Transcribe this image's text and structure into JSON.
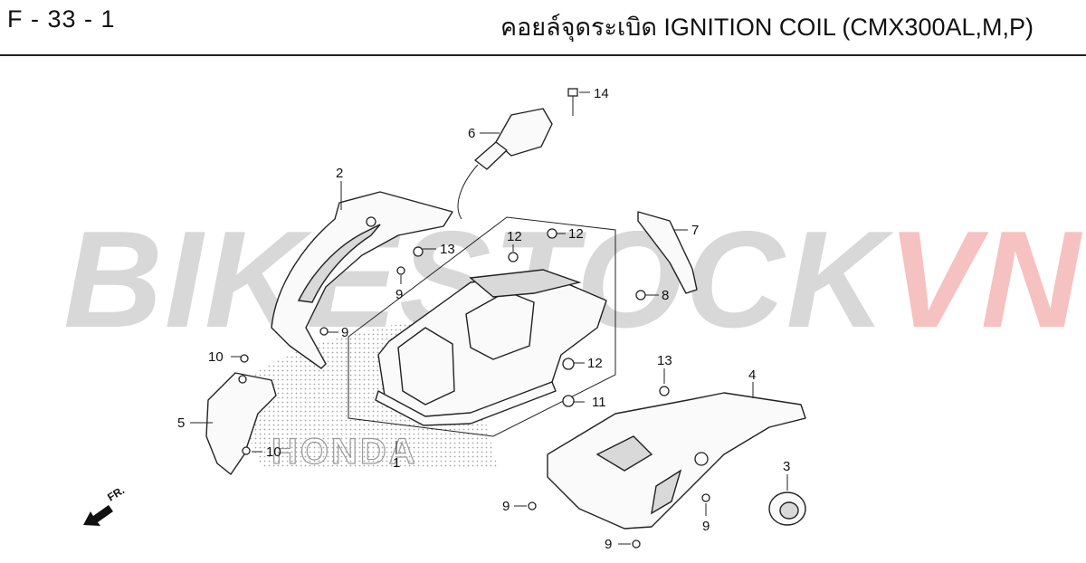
{
  "header": {
    "page_code": "F - 33 - 1",
    "title": "คอยล์จุดระเบิด  IGNITION COIL (CMX300AL,M,P)"
  },
  "watermark": {
    "text_main": "BIKESTOCK",
    "text_accent": "VN",
    "colors": {
      "main": "#b9b9b9",
      "accent": "#ef8f8f"
    }
  },
  "logo_text": "HONDA",
  "direction_indicator": {
    "label": "FR.",
    "icon": "arrow-left-down-icon"
  },
  "callouts": [
    "14",
    "6",
    "2",
    "12",
    "12",
    "7",
    "13",
    "9",
    "8",
    "9",
    "10",
    "12",
    "13",
    "4",
    "11",
    "5",
    "10",
    "1",
    "3",
    "9",
    "9",
    "9"
  ]
}
